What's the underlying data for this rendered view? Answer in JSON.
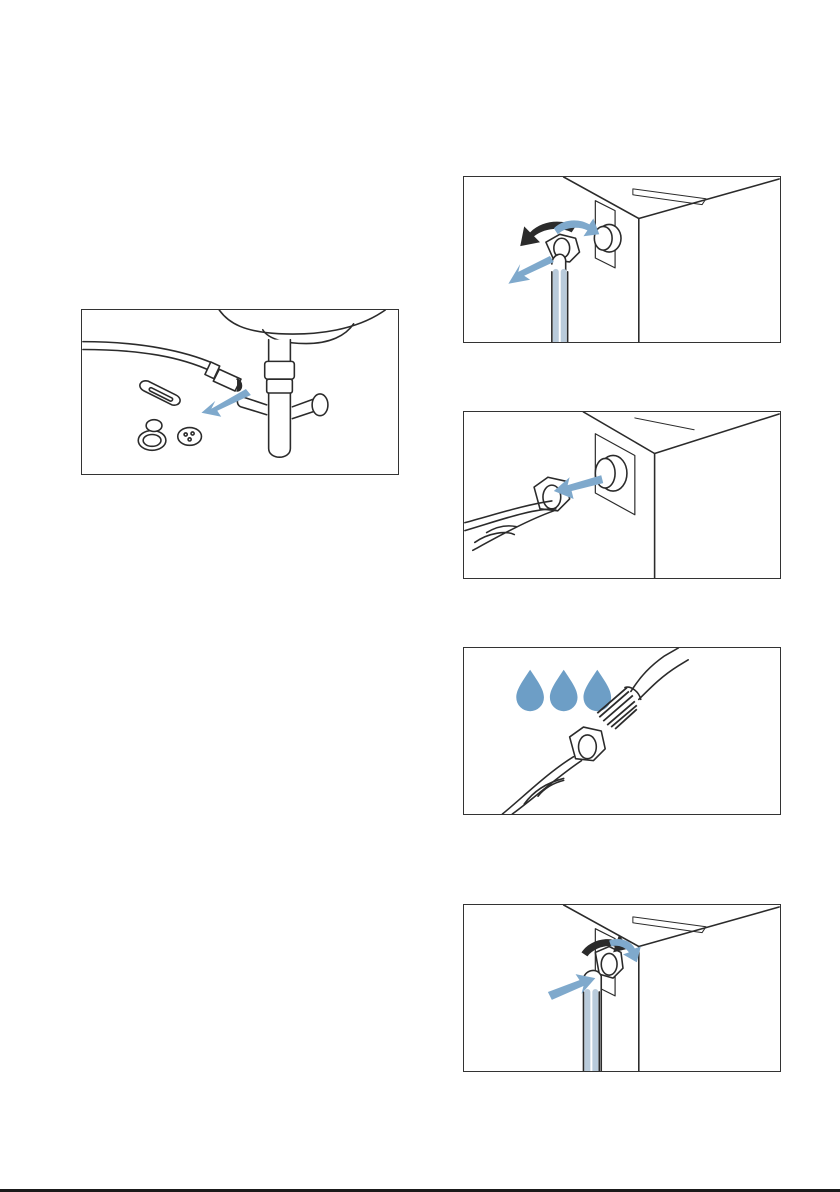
{
  "figures": [
    {
      "id": "drain",
      "icon": "drain-hose-siphon-illustration"
    },
    {
      "id": "step1",
      "icon": "unscrew-supply-hose-illustration"
    },
    {
      "id": "step2",
      "icon": "remove-filter-with-pliers-illustration"
    },
    {
      "id": "step3",
      "icon": "clean-filter-brush-illustration"
    },
    {
      "id": "step4",
      "icon": "reattach-supply-hose-illustration"
    }
  ],
  "colors": {
    "stroke": "#2b2b2b",
    "arrow": "#7fa9cc",
    "hose": "#b9cbdb",
    "water": "#6d9ec6"
  }
}
